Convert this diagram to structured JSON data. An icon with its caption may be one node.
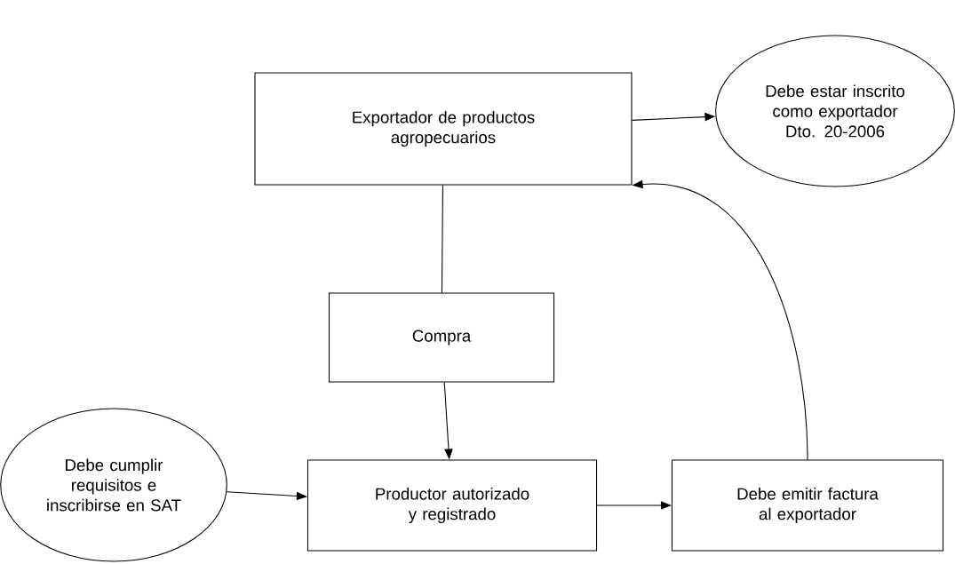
{
  "diagram": {
    "nodes": [
      {
        "text": [
          "Exportador de productos agropecuarios"
        ]
      },
      {
        "text": [
          "Debe estar inscrito como exportador Dto. 20-2006"
        ]
      },
      {
        "text": [
          "Compra"
        ]
      },
      {
        "text": [
          "Debe cumplir requisitos e inscribirse en SAT"
        ]
      },
      {
        "text": [
          "Productor autorizado y registrado"
        ]
      },
      {
        "text": [
          "Debe emitir factura al exportador"
        ]
      }
    ],
    "edges": [
      {
        "from": 0,
        "to": 1,
        "arrow": "to"
      },
      {
        "from": 0,
        "to": 2,
        "arrow": "none"
      },
      {
        "from": 2,
        "to": 4,
        "arrow": "to"
      },
      {
        "from": 3,
        "to": 4,
        "arrow": "to"
      },
      {
        "from": 4,
        "to": 5,
        "arrow": "to"
      },
      {
        "from": 5,
        "to": 0,
        "arrow": "to"
      }
    ]
  }
}
